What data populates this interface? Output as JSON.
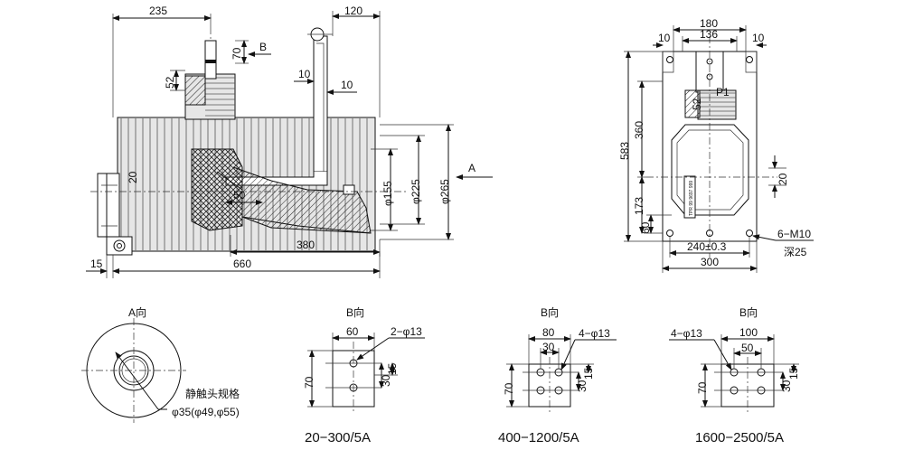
{
  "main_view": {
    "dims": {
      "d235": "235",
      "d120": "120",
      "d70": "70",
      "dB": "B",
      "d52": "52",
      "d10a": "10",
      "d10b": "10",
      "d20": "20",
      "d50": "50",
      "d155": "φ155",
      "d225": "φ225",
      "d265": "φ265",
      "dA": "A",
      "d380": "380",
      "d15": "15",
      "d660": "660"
    }
  },
  "side_view": {
    "dims": {
      "d180": "180",
      "d136": "136",
      "d10l": "10",
      "d10r": "10",
      "d52": "52",
      "dP1": "P1",
      "d360": "360",
      "d583": "583",
      "d20": "20",
      "d173": "173",
      "d60": "60",
      "d240": "240±0.3",
      "d300": "300",
      "hole": "6−M10",
      "depth": "深25"
    }
  },
  "view_a": {
    "title": "A向",
    "note": "静触头规格",
    "spec": "φ35(φ49,φ55)"
  },
  "view_b1": {
    "title": "B向",
    "d60": "60",
    "holes": "2−φ13",
    "d70": "70",
    "d30": "30",
    "d15": "15",
    "caption": "20−300/5A"
  },
  "view_b2": {
    "title": "B向",
    "d80": "80",
    "d30a": "30",
    "holes": "4−φ13",
    "d70": "70",
    "d30b": "30",
    "d15": "15",
    "caption": "400−1200/5A"
  },
  "view_b3": {
    "title": "B向",
    "d100": "100",
    "holes": "4−φ13",
    "d50": "50",
    "d70": "70",
    "d30": "30",
    "d15": "15",
    "caption": "1600−2500/5A"
  }
}
